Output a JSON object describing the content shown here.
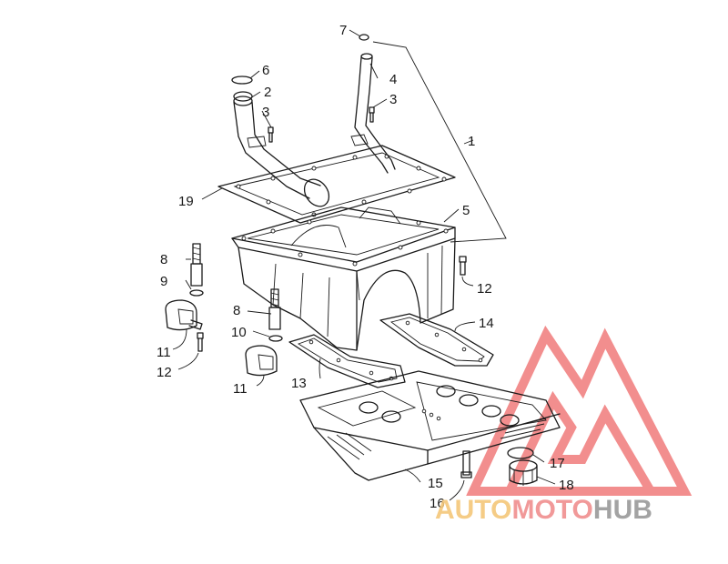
{
  "callouts": {
    "c1": "1",
    "c2": "2",
    "c3a": "3",
    "c3b": "3",
    "c4": "4",
    "c5": "5",
    "c6": "6",
    "c7": "7",
    "c8a": "8",
    "c8b": "8",
    "c9": "9",
    "c10": "10",
    "c11a": "11",
    "c11b": "11",
    "c12a": "12",
    "c12b": "12",
    "c13": "13",
    "c14": "14",
    "c15": "15",
    "c16": "16",
    "c17": "17",
    "c18": "18",
    "c19": "19"
  },
  "watermark": {
    "part1": "AUTO",
    "part2": "MOTO",
    "part3": "HUB",
    "color_auto": "#f4c77a",
    "color_moto": "#f08f8f",
    "color_hub": "#9a9a9a",
    "color_logo": "#f07a7a"
  },
  "colors": {
    "line": "#1a1a1a",
    "background": "#ffffff"
  }
}
